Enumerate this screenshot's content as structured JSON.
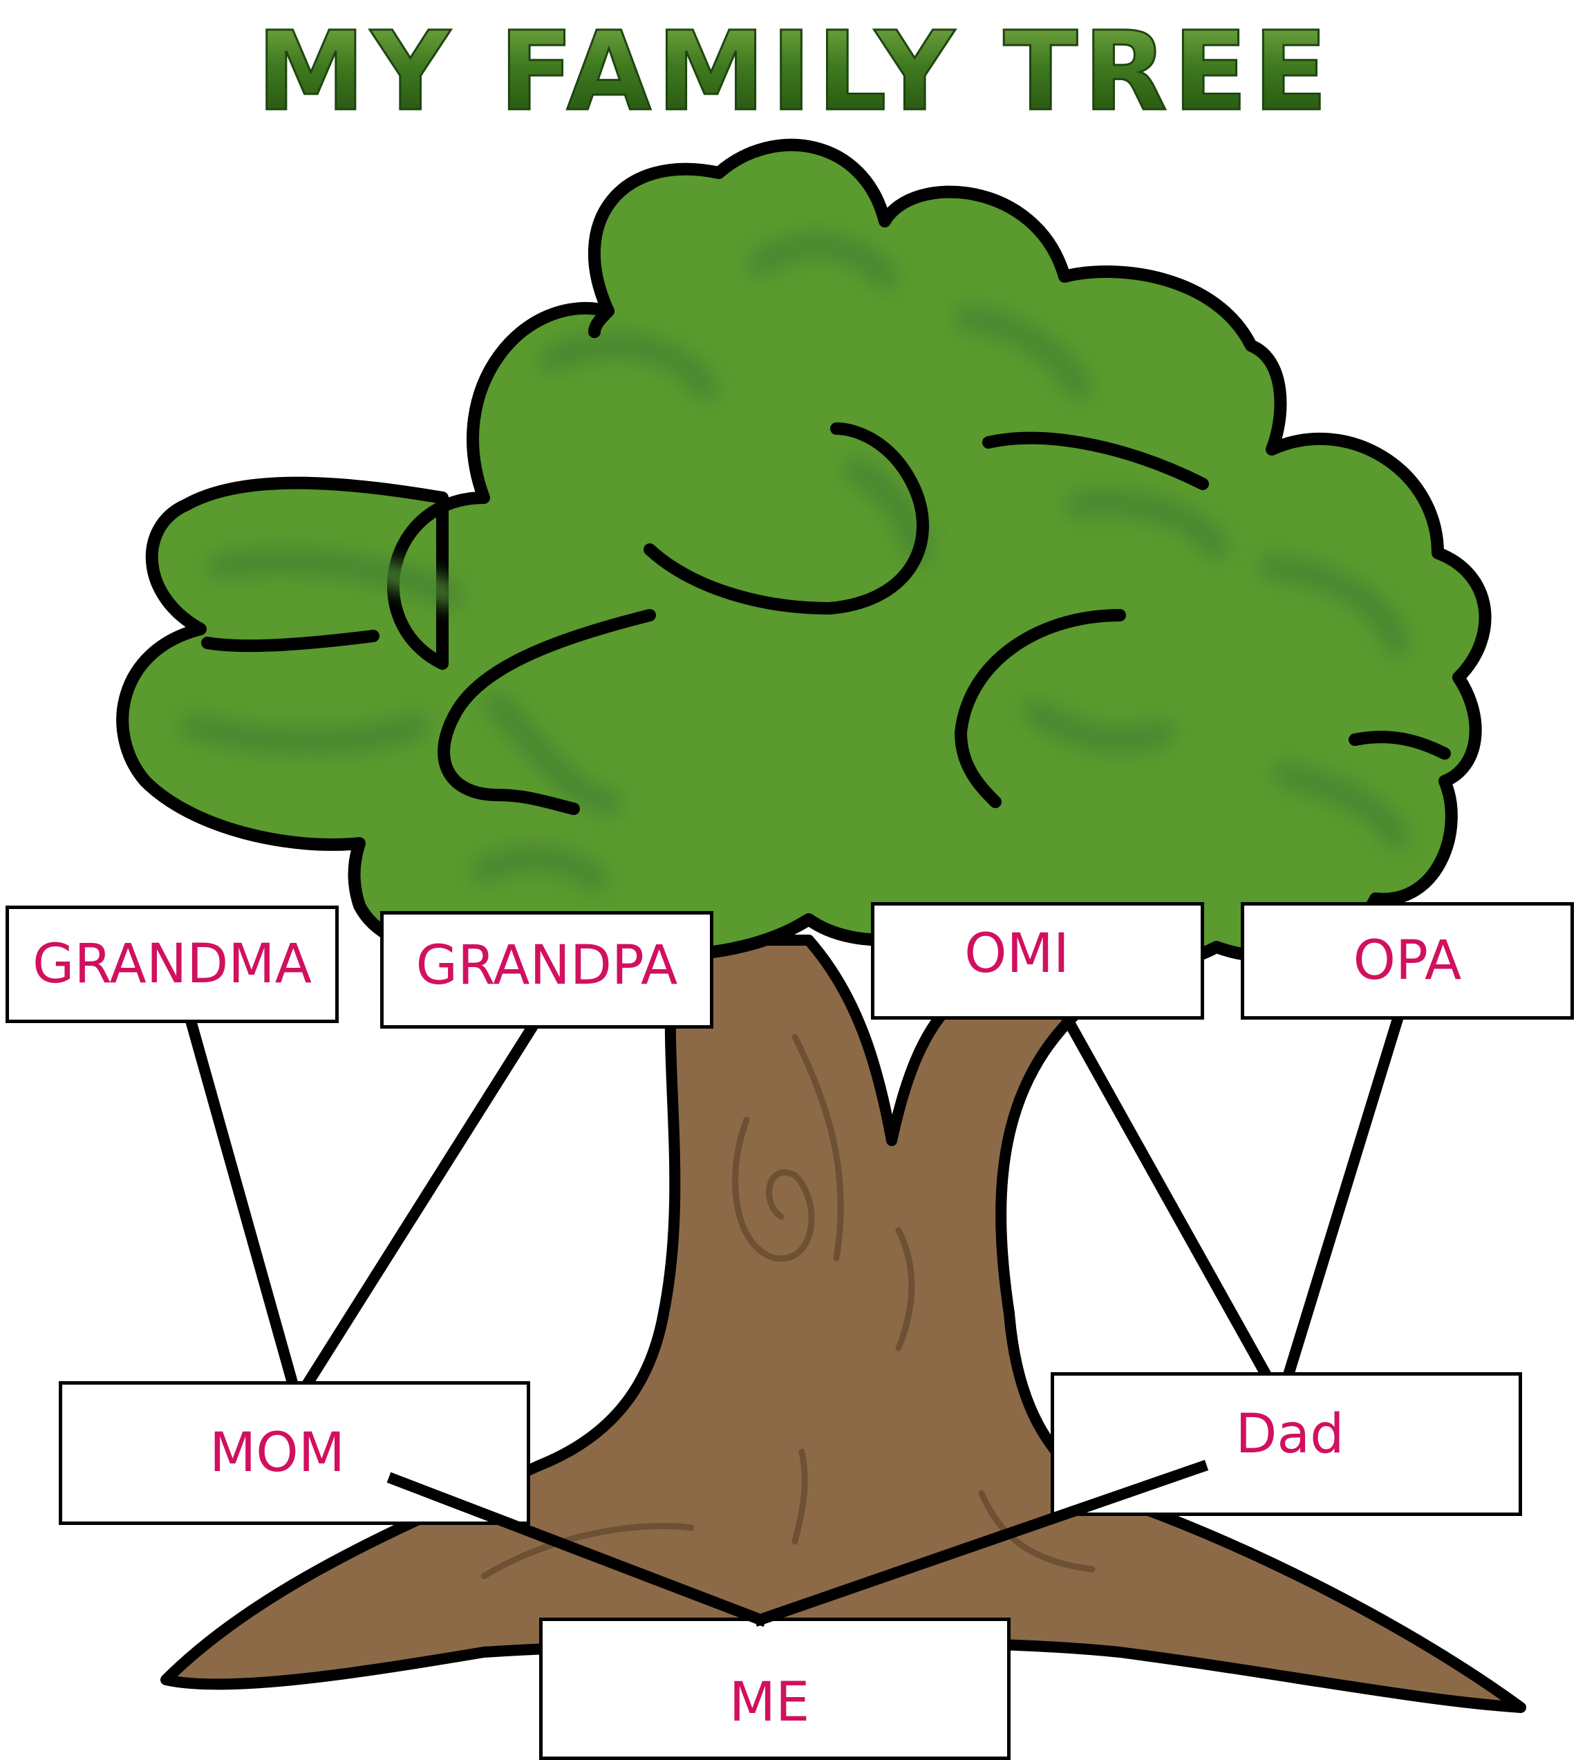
{
  "title": "MY FAMILY TREE",
  "colors": {
    "title": "#3f6e1c",
    "foliage": "#5a9a2e",
    "foliage_shade": "#4a8530",
    "trunk": "#8c6a48",
    "trunk_line": "#6e5035",
    "outline": "#000000",
    "label_text": "#d1105f"
  },
  "members": {
    "grandma": "GRANDMA",
    "grandpa": "GRANDPA",
    "omi": "OMI",
    "opa": "OPA",
    "mom": "MOM",
    "dad": "Dad",
    "me": "ME"
  }
}
